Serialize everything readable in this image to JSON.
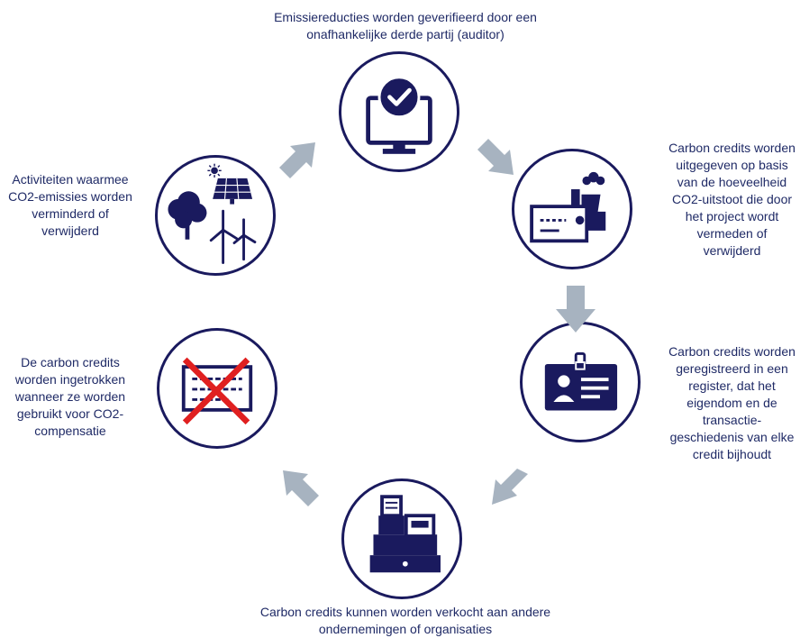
{
  "colors": {
    "navy": "#1a1a5e",
    "arrow": "#a7b3c0",
    "cross": "#e02020"
  },
  "steps": [
    {
      "id": "activities",
      "icon": "tree-solar-wind-icon",
      "text": "Activiteiten waarmee CO2-emissies worden verminderd of verwijderd"
    },
    {
      "id": "verification",
      "icon": "monitor-checkmark-icon",
      "text": "Emissiereducties worden geverifieerd door een onafhankelijke derde partij (auditor)"
    },
    {
      "id": "issuance",
      "icon": "factory-certificate-icon",
      "text": "Carbon credits worden uitgegeven op basis van de hoeveelheid  CO2-uitstoot die door het project wordt vermeden of verwijderd"
    },
    {
      "id": "registry",
      "icon": "id-card-icon",
      "text": "Carbon credits worden geregistreerd in een register, dat het eigendom en de transactie-geschiedenis van elke credit bijhoudt"
    },
    {
      "id": "sale",
      "icon": "cash-register-icon",
      "text": "Carbon credits kunnen worden verkocht aan andere ondernemingen of organisaties"
    },
    {
      "id": "retirement",
      "icon": "cancelled-certificate-icon",
      "text": "De carbon credits worden ingetrokken wanneer ze worden gebruikt voor CO2-compensatie"
    }
  ]
}
